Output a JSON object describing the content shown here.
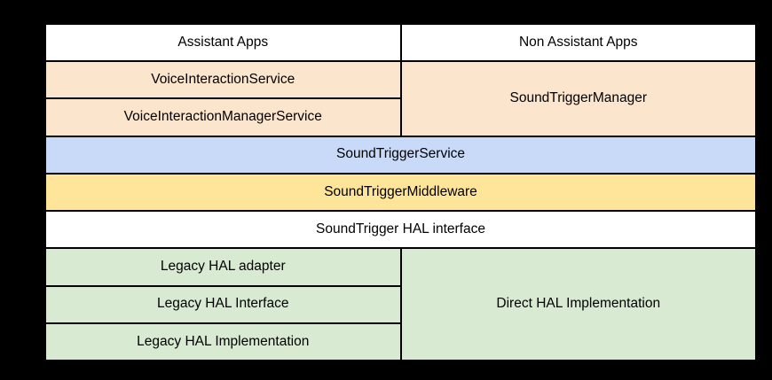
{
  "palette": {
    "canvas_background": "#000000",
    "grid_lines": "#000000",
    "text": "#000000",
    "apps_tier": "#ffffff",
    "voice_interaction_tier": "#fce5cd",
    "system_service_tier": "#c9daf8",
    "middleware_tier": "#ffe599",
    "hal_interface_tier": "#ffffff",
    "hal_implementation_tier": "#d9ead3"
  },
  "cells": {
    "assistant_apps": {
      "label": "Assistant Apps",
      "bg": "#ffffff"
    },
    "non_assistant_apps": {
      "label": "Non Assistant Apps",
      "bg": "#ffffff"
    },
    "voice_interaction_service": {
      "label": "VoiceInteractionService",
      "bg": "#fce5cd"
    },
    "voice_interaction_manager_service": {
      "label": "VoiceInteractionManagerService",
      "bg": "#fce5cd"
    },
    "sound_trigger_manager": {
      "label": "SoundTriggerManager",
      "bg": "#fce5cd"
    },
    "sound_trigger_service": {
      "label": "SoundTriggerService",
      "bg": "#c9daf8"
    },
    "sound_trigger_middleware": {
      "label": "SoundTriggerMiddleware",
      "bg": "#ffe599"
    },
    "sound_trigger_hal_interface": {
      "label": "SoundTrigger HAL interface",
      "bg": "#ffffff"
    },
    "legacy_hal_adapter": {
      "label": "Legacy HAL adapter",
      "bg": "#d9ead3"
    },
    "legacy_hal_interface": {
      "label": "Legacy HAL Interface",
      "bg": "#d9ead3"
    },
    "legacy_hal_implementation": {
      "label": "Legacy HAL Implementation",
      "bg": "#d9ead3"
    },
    "direct_hal_implementation": {
      "label": "Direct HAL Implementation",
      "bg": "#d9ead3"
    }
  }
}
